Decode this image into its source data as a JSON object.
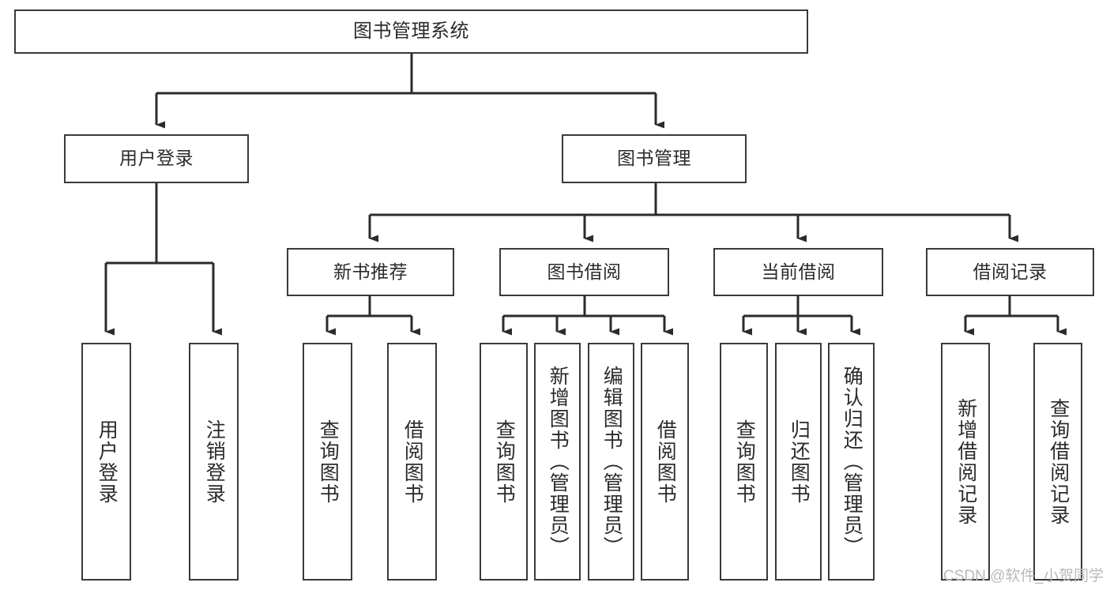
{
  "diagram": {
    "title": "图书管理系统",
    "type": "hierarchy-tree",
    "root": {
      "label": "图书管理系统"
    },
    "level2": [
      {
        "label": "用户登录"
      },
      {
        "label": "图书管理"
      }
    ],
    "level3": [
      {
        "label": "新书推荐"
      },
      {
        "label": "图书借阅"
      },
      {
        "label": "当前借阅"
      },
      {
        "label": "借阅记录"
      }
    ],
    "leaves": [
      {
        "label": "用户登录"
      },
      {
        "label": "注销登录"
      },
      {
        "label": "查询图书"
      },
      {
        "label": "借阅图书"
      },
      {
        "label": "查询图书"
      },
      {
        "label": "新增图书（管理员）"
      },
      {
        "label": "编辑图书（管理员）"
      },
      {
        "label": "借阅图书"
      },
      {
        "label": "查询图书"
      },
      {
        "label": "归还图书"
      },
      {
        "label": "确认归还（管理员）"
      },
      {
        "label": "新增借阅记录"
      },
      {
        "label": "查询借阅记录"
      }
    ]
  },
  "watermark": {
    "text": "CSDN @软件_小贺同学"
  },
  "colors": {
    "stroke": "#3a3a3a",
    "background": "#ffffff",
    "text": "#2b2b2b",
    "watermark": "#b9b9b9"
  }
}
